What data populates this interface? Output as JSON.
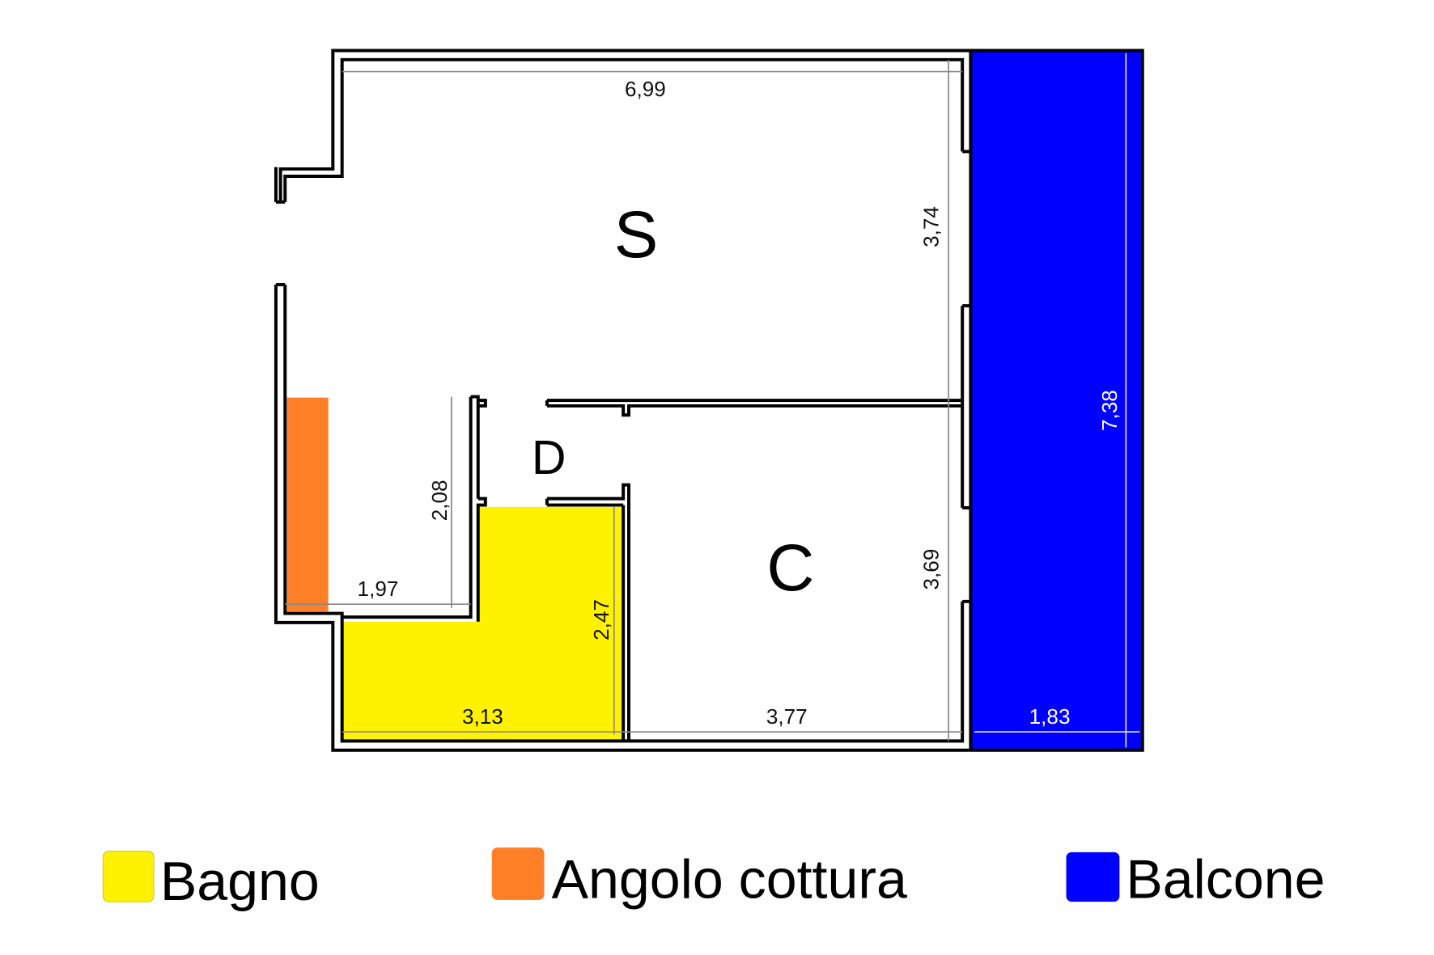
{
  "rooms": {
    "soggiorno": "S",
    "disimpegno": "D",
    "camera": "C"
  },
  "dimensions": {
    "s_width": "6,99",
    "s_height": "3,74",
    "kitchen_height": "2,08",
    "kitchen_width": "1,97",
    "bath_height": "2,47",
    "bath_width": "3,13",
    "c_width": "3,77",
    "c_height": "3,69",
    "balcony_height": "7,38",
    "balcony_width": "1,83"
  },
  "legend": [
    {
      "label": "Bagno",
      "color": "#fff200"
    },
    {
      "label": "Angolo cottura",
      "color": "#ff7f27"
    },
    {
      "label": "Balcone",
      "color": "#0000ff"
    }
  ]
}
